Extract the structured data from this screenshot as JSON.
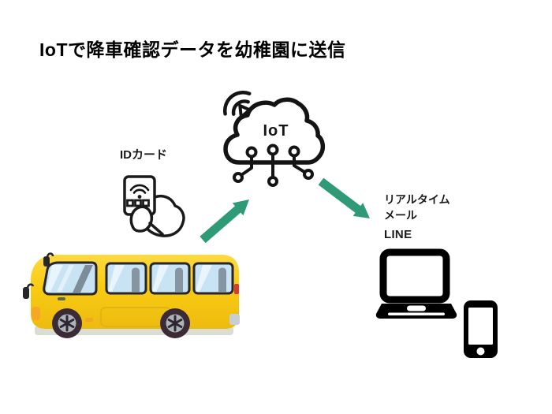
{
  "title": "IoTで降車確認データを幼稚園に送信",
  "iot": {
    "cloud_label": "IoT",
    "icon": "iot-cloud-circuit-icon",
    "wifi_icon": "wifi-signal-icon"
  },
  "id_card": {
    "label": "IDカード",
    "icon": "hand-holding-id-card-icon"
  },
  "bus": {
    "icon": "yellow-bus-illustration"
  },
  "outputs": {
    "labels": [
      "リアルタイム",
      "メール",
      "LINE"
    ],
    "device_icons": [
      "laptop-icon",
      "smartphone-icon"
    ]
  },
  "arrows": {
    "bus_to_iot": "arrow-up-right",
    "iot_to_devices": "arrow-down-right"
  },
  "colors": {
    "accent_green": "#2E9B76",
    "outline_black": "#141414",
    "bus_yellow": "#F8CB12",
    "bus_yellow_dark": "#EDBB10",
    "window_blue": "#C8E4F4",
    "seat_gray": "#8794A1",
    "front_light_orange": "#F6A723",
    "tail_light_red": "#D63B2F",
    "background": "#FFFFFF"
  }
}
